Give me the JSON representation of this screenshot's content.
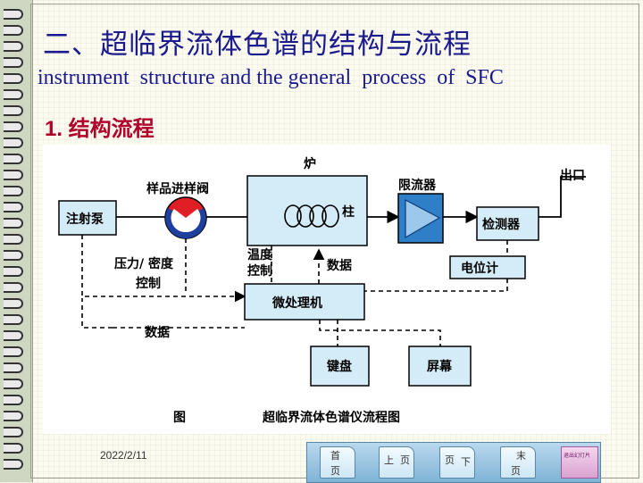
{
  "slide": {
    "title_cn": "二、超临界流体色谱的结构与流程",
    "title_en": "instrument  structure and the general  process  of  SFC",
    "section": "1. 结构流程",
    "date": "2022/2/11"
  },
  "diagram": {
    "furnace": "炉",
    "sample_valve": "样品进样阀",
    "column": "柱",
    "restrictor": "限流器",
    "outlet": "出口",
    "pump": "注射泵",
    "detector": "检测器",
    "pressure_density": "压力/ 密度",
    "control": "控制",
    "temperature": "温度",
    "temp_control": "控制",
    "data_up": "数据",
    "potentiometer": "电位计",
    "microprocessor": "微处理机",
    "data_left": "数据",
    "keyboard": "键盘",
    "screen": "屏幕",
    "figure_prefix": "图",
    "caption": "超临界流体色谱仪流程图"
  },
  "nav": {
    "first_a": "首",
    "first_b": "页",
    "prev_a": "上",
    "prev_b": "页",
    "next_a": "页",
    "next_b": "下",
    "last_a": "末",
    "last_b": "页",
    "exit_label": "退出幻灯片"
  },
  "colors": {
    "title": "#1a1a8c",
    "section": "#b0002a",
    "box_fill": "#d4ecf7",
    "valve_red": "#e01e25",
    "valve_blue": "#1e3f9e",
    "restrictor_blue": "#2f7fc8"
  }
}
